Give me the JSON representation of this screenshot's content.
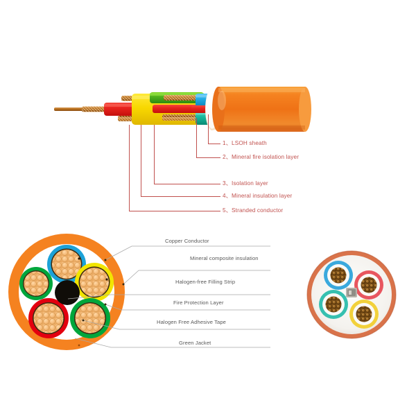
{
  "document": {
    "title": "Fire resistant LSOH cable construction diagram",
    "background_color": "#ffffff"
  },
  "top_diagram": {
    "name": "stepped-cable-cutaway",
    "sheath_color": "#ef7818",
    "inner_white_color": "#fdf6ee",
    "layers": [
      {
        "index": 1,
        "label": "LSOH sheath",
        "color": "#ef7818"
      },
      {
        "index": 2,
        "label": "Mineral fire isolation layer",
        "color": "#f7efe2"
      },
      {
        "index": 3,
        "label": "Isolation layer",
        "color": "#f2d200"
      },
      {
        "index": 4,
        "label": "Mineral insulation layer",
        "color": "#e8241d"
      },
      {
        "index": 5,
        "label": "Stranded conductor",
        "color": "#c4762b"
      }
    ],
    "callouts": [
      {
        "number": "1、",
        "text": "LSOH sheath"
      },
      {
        "number": "2、",
        "text": "Mineral fire isolation layer"
      },
      {
        "number": "3、",
        "text": "Isolation layer"
      },
      {
        "number": "4、",
        "text": "Mineral insulation layer"
      },
      {
        "number": "5、",
        "text": "Stranded conductor"
      }
    ]
  },
  "bottom_left_diagram": {
    "name": "cross-section-illustration",
    "jacket_color": "#f58220",
    "core_count": 5,
    "center_filler_color": "#100d08",
    "cores": [
      {
        "position": "top",
        "ring_color": "#1ca2d8",
        "conductor_color": "#f3b濃"
      },
      {
        "position": "right",
        "ring_color": "#f2e500",
        "conductor_color": "#f5bf7a"
      },
      {
        "position": "left-small",
        "ring_color": "#00a63c",
        "conductor_color": "#f5bf7a"
      },
      {
        "position": "bottom-left",
        "ring_color": "#e3000f",
        "conductor_color": "#f5bf7a"
      },
      {
        "position": "bottom-right",
        "ring_color": "#00a63c",
        "conductor_color": "#f5bf7a"
      }
    ],
    "callouts": [
      "Copper Conductor",
      "Mineral composite insulation",
      "Halogen-free Filling Strip",
      "Fire Protection Layer",
      "Halogen Free Adhesive Tape",
      "Green Jacket"
    ]
  },
  "bottom_right_photo": {
    "name": "cable-cross-section-photo",
    "core_count": 4,
    "jacket_color": "#e08a5a",
    "core_ring_colors": [
      "#3aa9dd",
      "#e8565f",
      "#36c0b0",
      "#f2d13b"
    ],
    "conductor_color": "#8b5a22"
  }
}
